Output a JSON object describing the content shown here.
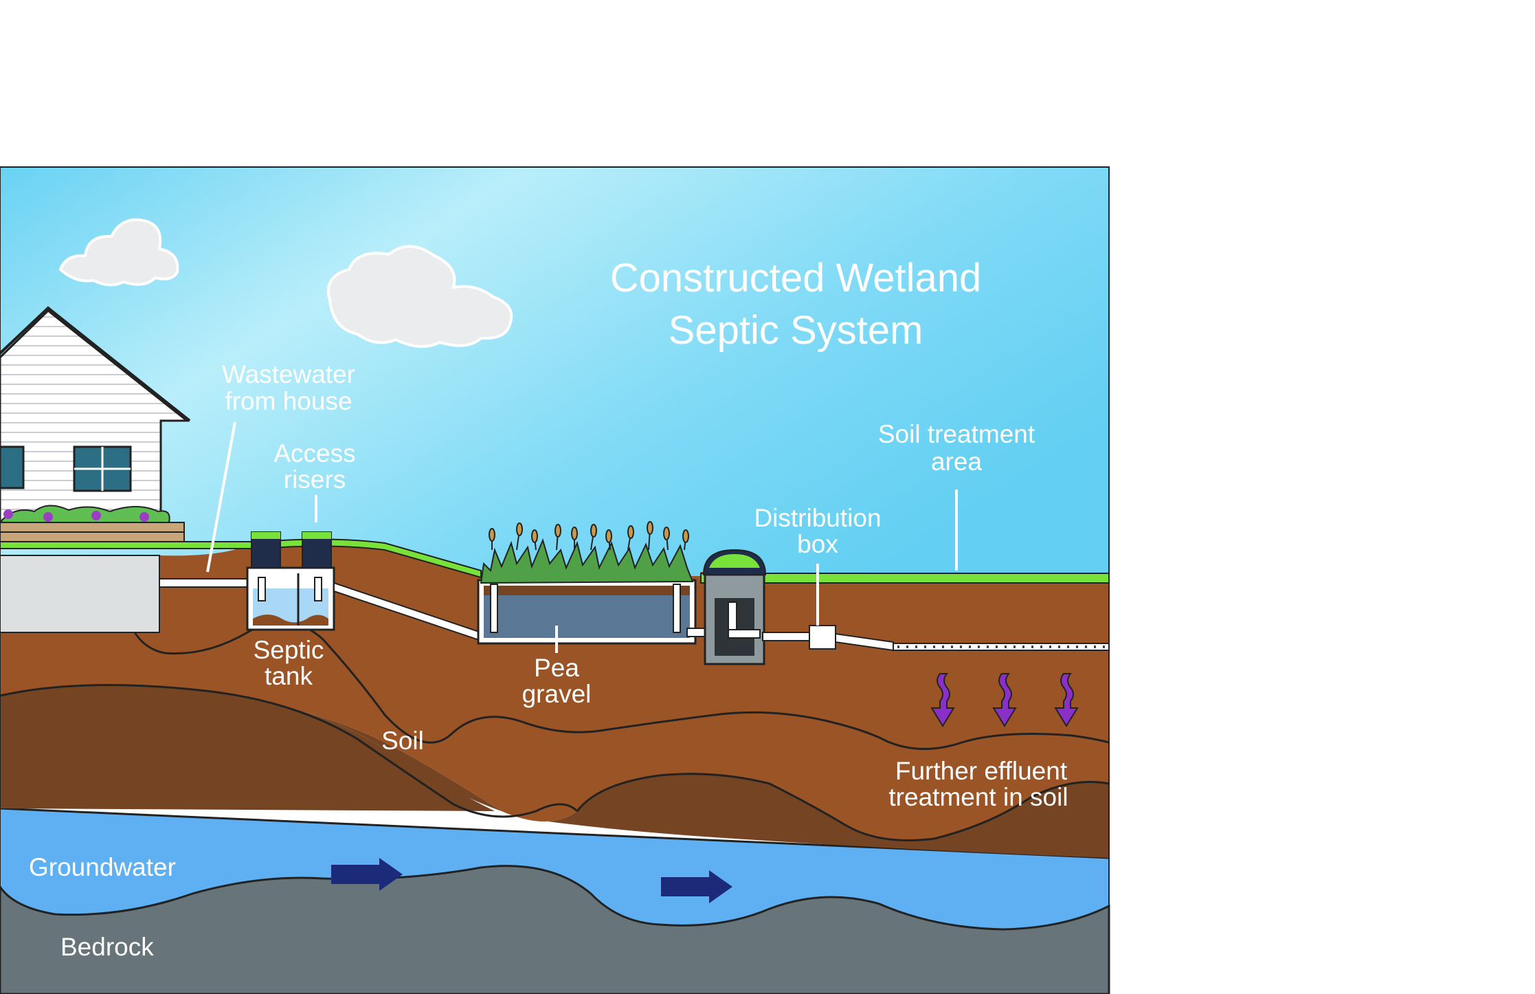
{
  "title": {
    "line1": "Constructed Wetland",
    "line2": "Septic System"
  },
  "labels": {
    "wastewater_line1": "Wastewater",
    "wastewater_line2": "from house",
    "access_line1": "Access",
    "access_line2": "risers",
    "septic_line1": "Septic",
    "septic_line2": "tank",
    "pea_line1": "Pea",
    "pea_line2": "gravel",
    "distribution_line1": "Distribution",
    "distribution_line2": "box",
    "soil_treatment_line1": "Soil treatment",
    "soil_treatment_line2": "area",
    "soil": "Soil",
    "further_line1": "Further effluent",
    "further_line2": "treatment in soil",
    "groundwater": "Groundwater",
    "bedrock": "Bedrock"
  },
  "colors": {
    "sky_top": "#6fd6f5",
    "sky_light": "#bff0fb",
    "grass": "#78e13a",
    "soil_upper": "#9b5426",
    "soil_lower": "#744423",
    "groundwater": "#5fb0f3",
    "bedrock": "#67757a",
    "flow_arrow": "#1c2a7a",
    "effluent_arrow": "#8b2fc9",
    "pea_gravel": "#5a7896"
  },
  "icons": [
    "house-icon",
    "cloud-icon",
    "septic-tank-icon",
    "wetland-plants-icon",
    "pump-tank-icon",
    "distribution-box-icon",
    "flow-arrow-icon",
    "effluent-arrow-icon"
  ]
}
